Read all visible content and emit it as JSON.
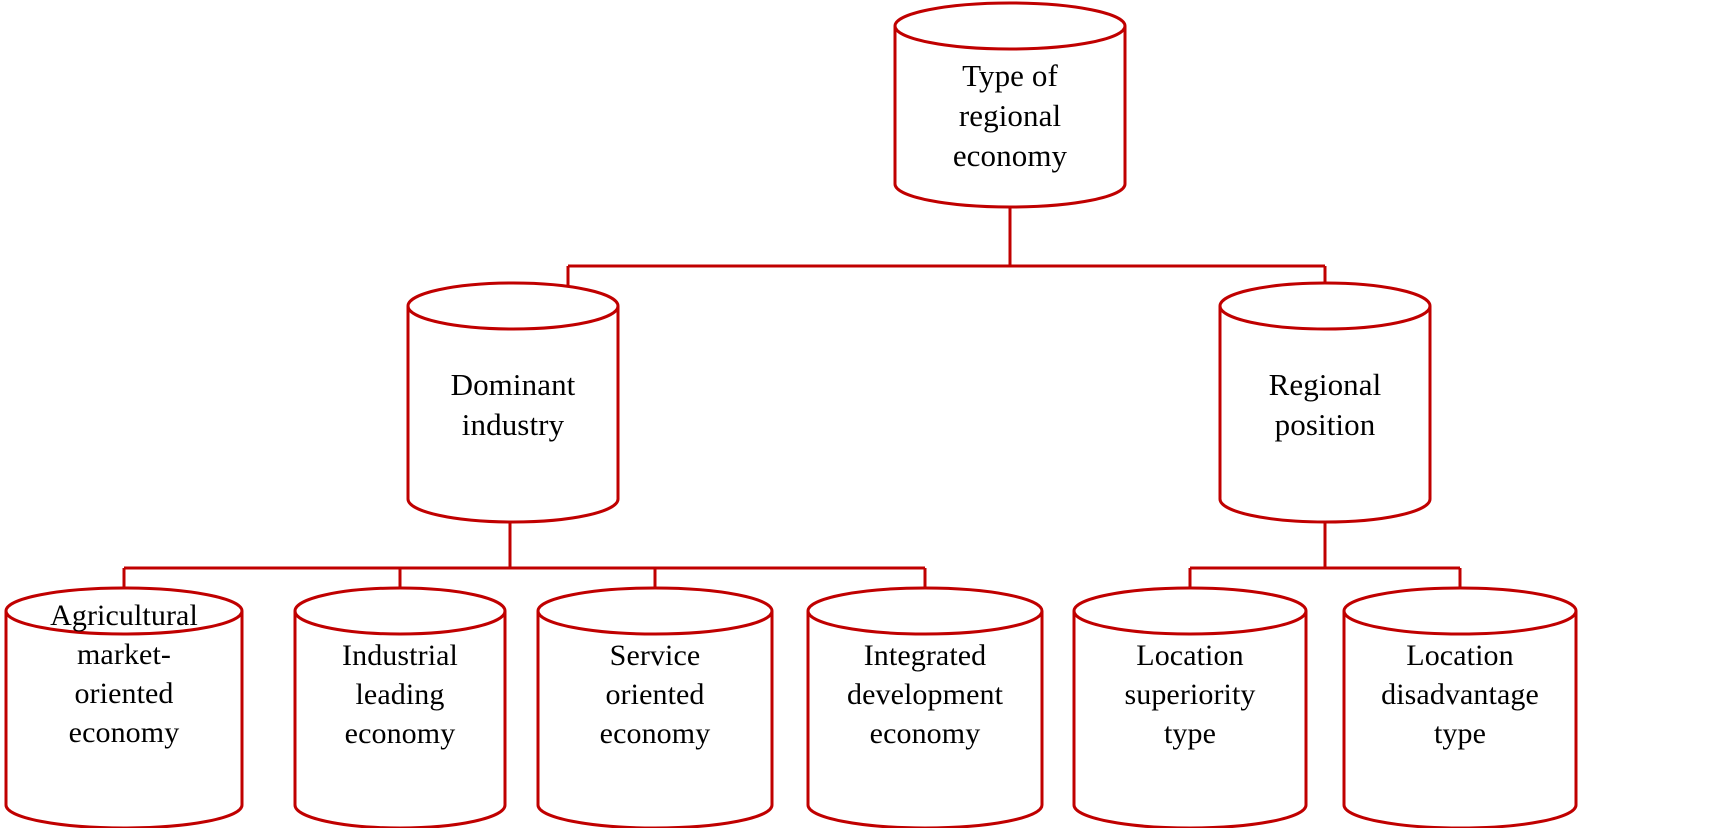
{
  "diagram": {
    "title": "Type of regional economy classification tree",
    "shape_type": "cylinder",
    "colors": {
      "stroke": "#c00000",
      "fill": "#ffffff",
      "text": "#000000",
      "background": "#ffffff"
    },
    "root": {
      "id": "type-of-regional-economy",
      "label": "Type of\nregional\neconomy"
    },
    "branches": [
      {
        "id": "dominant-industry",
        "label": "Dominant\nindustry",
        "children": [
          {
            "id": "agricultural-market-oriented-economy",
            "label": "Agricultural\nmarket-\noriented\neconomy"
          },
          {
            "id": "industrial-leading-economy",
            "label": "Industrial\nleading\neconomy"
          },
          {
            "id": "service-oriented-economy",
            "label": "Service\noriented\neconomy"
          },
          {
            "id": "integrated-development-economy",
            "label": "Integrated\ndevelopment\neconomy"
          }
        ]
      },
      {
        "id": "regional-position",
        "label": "Regional\nposition",
        "children": [
          {
            "id": "location-superiority-type",
            "label": "Location\nsuperiority\ntype"
          },
          {
            "id": "location-disadvantage-type",
            "label": "Location\ndisadvantage\ntype"
          }
        ]
      }
    ]
  }
}
